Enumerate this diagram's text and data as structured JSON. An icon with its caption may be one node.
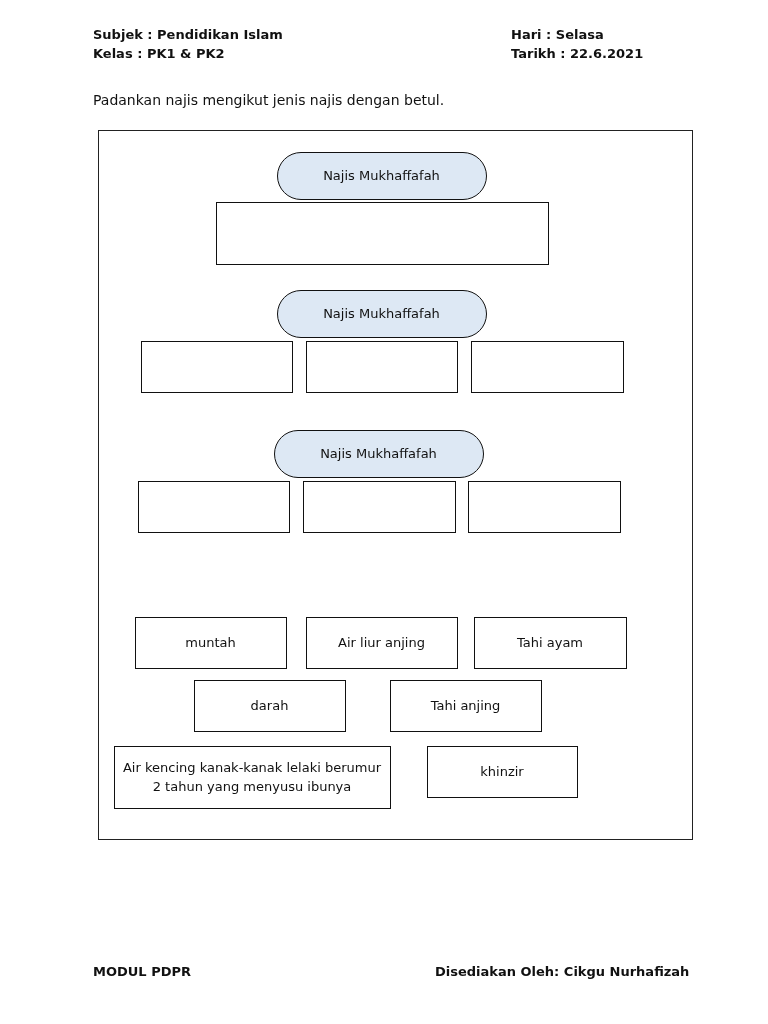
{
  "diagram": {
    "nodes": [
      {
        "text": [],
        "shape": "box"
      },
      {
        "text": [
          "Najis Mukhaffafah"
        ],
        "in": 0
      },
      {
        "text": [],
        "shape": "box",
        "in": 0
      },
      {
        "text": [
          "Najis Mukhaffafah"
        ],
        "in": 0
      },
      {
        "text": [],
        "shape": "box",
        "in": 0
      },
      {
        "text": [],
        "shape": "box",
        "in": 0
      },
      {
        "text": [],
        "shape": "box",
        "in": 0
      },
      {
        "text": [
          "Najis Mukhaffafah"
        ],
        "in": 0
      },
      {
        "text": [],
        "shape": "box",
        "in": 0
      },
      {
        "text": [],
        "shape": "box",
        "in": 0
      },
      {
        "text": [],
        "shape": "box",
        "in": 0
      },
      {
        "text": [
          "muntah"
        ],
        "in": 0
      },
      {
        "text": [
          "Air liur anjing"
        ],
        "in": 0
      },
      {
        "text": [
          "Tahi ayam"
        ],
        "in": 0
      },
      {
        "text": [
          "darah"
        ],
        "in": 0
      },
      {
        "text": [
          "Tahi anjing"
        ],
        "in": 0
      },
      {
        "text": [
          "Air kencing kanak-kanak lelaki berumur 2 tahun yang menyusu ibunya"
        ],
        "in": 0
      },
      {
        "text": [
          "khinzir"
        ],
        "in": 0
      }
    ],
    "labels": [
      "Subjek : Pendidikan Islam",
      "Hari : Selasa",
      "Kelas : PK1 & PK2",
      "Tarikh : 22.6.2021",
      "Padankan najis mengikut jenis najis dengan betul.",
      "MODUL PDPR",
      "Disediakan Oleh: Cikgu Nurhafizah"
    ]
  }
}
